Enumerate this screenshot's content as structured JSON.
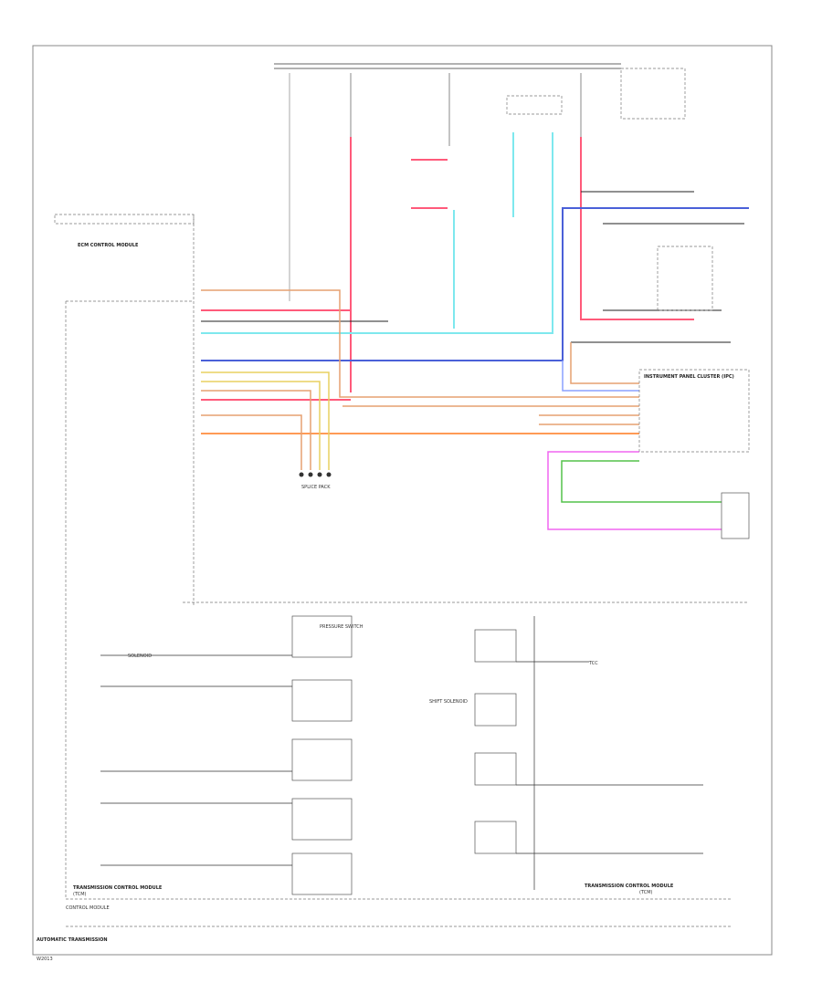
{
  "diagram": {
    "footer_title": "AUTOMATIC TRANSMISSION",
    "footer_code": "W2013",
    "ecm_label_top": "ECM CONTROL MODULE",
    "tcm_label_left": "TRANSMISSION CONTROL MODULE",
    "tcm_label_left_sub": "(TCM)",
    "tcm_label_right": "TRANSMISSION CONTROL MODULE",
    "tcm_label_right_sub": "(TCM)",
    "ecm_label_bottom": "CONTROL MODULE",
    "instrument_cluster_label": "INSTRUMENT PANEL CLUSTER (IPC)",
    "splice_label": "SPLICE PACK",
    "pressure_switch_label": "PRESSURE SWITCH",
    "solenoid_label": "SOLENOID",
    "shift_solenoid_label": "SHIFT SOLENOID",
    "tcc_label": "TCC",
    "colors": {
      "red": "#ff5a7a",
      "pink": "#ff7aa0",
      "cyan": "#7ee8ee",
      "blue": "#4a60d8",
      "orange": "#ff9a55",
      "tan": "#e6a070",
      "yellow": "#e8d060",
      "green": "#54c24a",
      "magenta": "#f066f0",
      "lightblue": "#8aa0ff"
    }
  }
}
